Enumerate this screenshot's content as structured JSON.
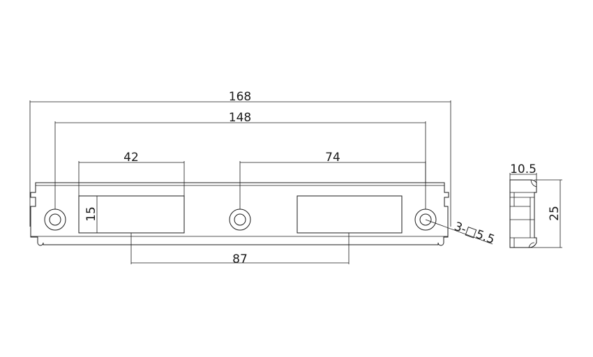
{
  "drawing": {
    "front_view": {
      "dimensions": {
        "overall_length": "168",
        "hole_spacing": "148",
        "left_cutout_width": "42",
        "right_span": "74",
        "cutout_height": "15",
        "cutout_spacing": "87",
        "hole_callout": "3-□5.5"
      }
    },
    "side_view": {
      "dimensions": {
        "depth": "10.5",
        "height": "25"
      }
    },
    "colors": {
      "line": "#1a1a1a",
      "background": "#ffffff"
    }
  }
}
